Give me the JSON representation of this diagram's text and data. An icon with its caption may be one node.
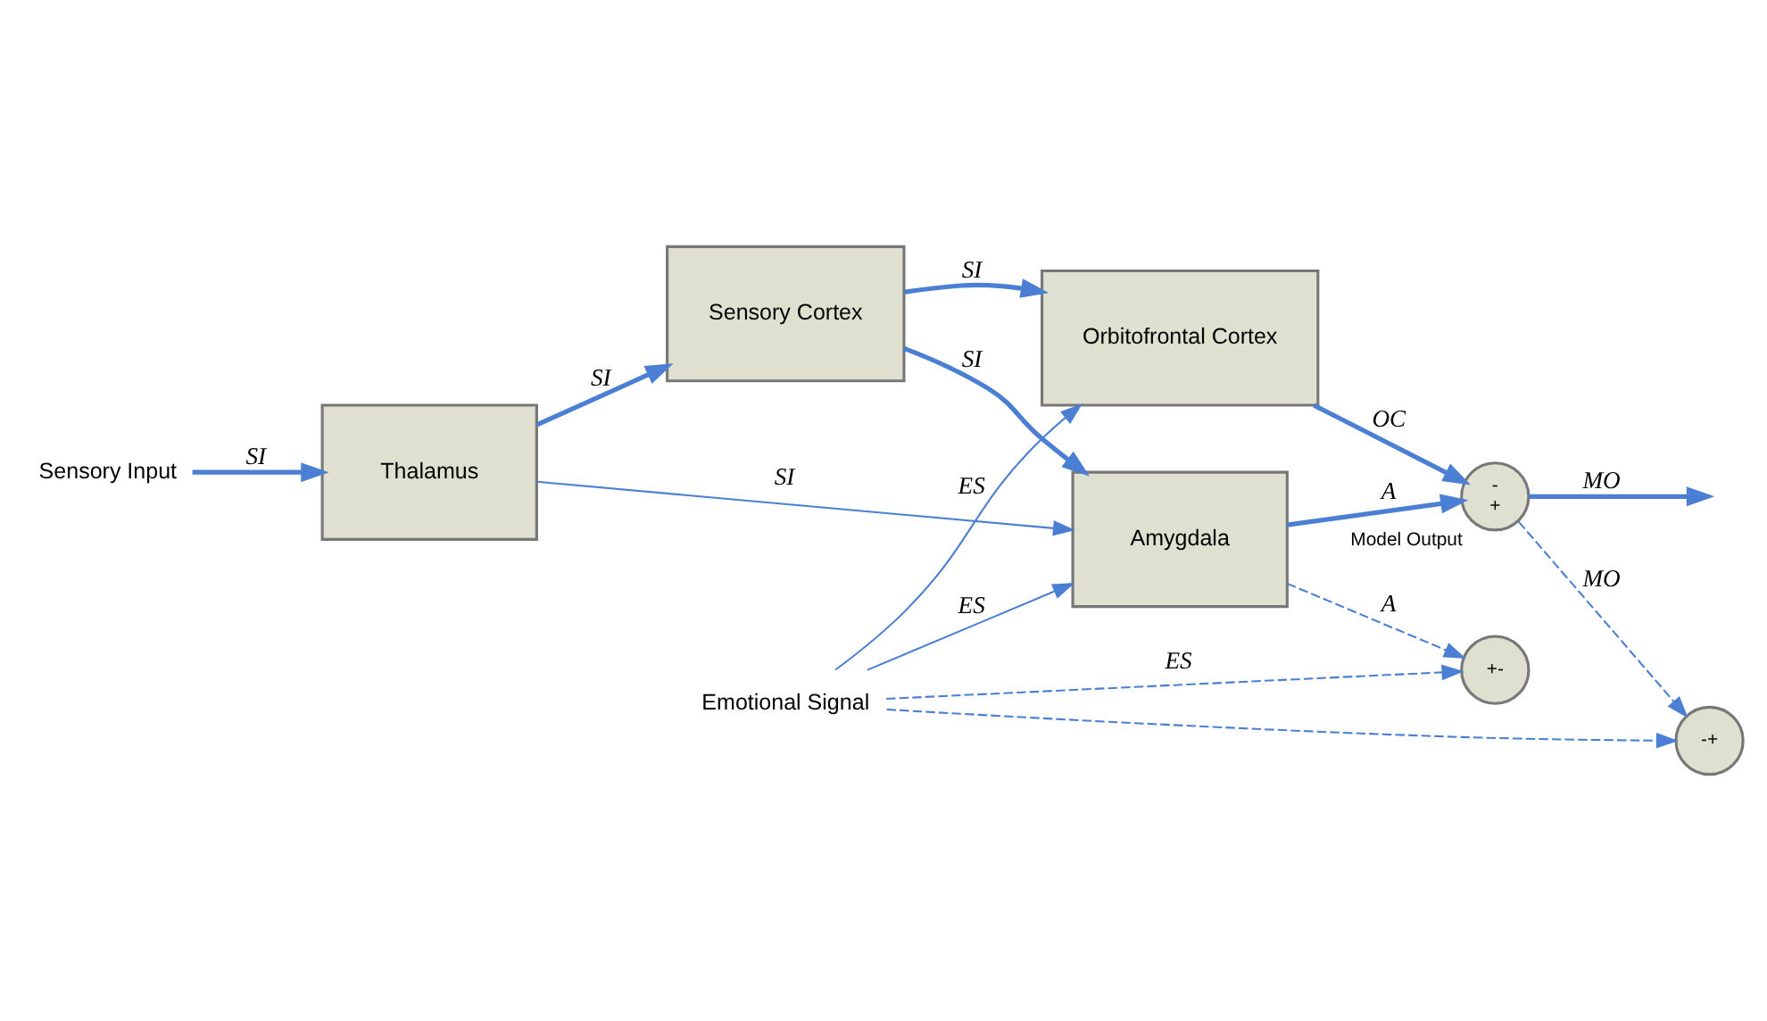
{
  "diagram": {
    "nodes": [
      {
        "text": [
          "Sensory Input"
        ]
      },
      {
        "text": [
          "Thalamus"
        ]
      },
      {
        "text": [
          "Sensory Cortex"
        ]
      },
      {
        "text": [
          "Orbitofrontal Cortex"
        ]
      },
      {
        "text": [
          "Amygdala"
        ]
      },
      {
        "text": [
          "-+"
        ]
      },
      {
        "text": [
          "+-"
        ]
      },
      {
        "text": [
          "-",
          "+"
        ],
        "beside": [
          "Model Output"
        ]
      },
      {
        "text": [
          "Emotional Signal"
        ]
      }
    ],
    "edges": [
      {
        "from": 0,
        "to": 1,
        "arrow": "to",
        "label": "SI",
        "style": "thick"
      },
      {
        "from": 1,
        "to": 2,
        "arrow": "to",
        "label": "SI",
        "style": "thick"
      },
      {
        "from": 2,
        "to": 3,
        "arrow": "to",
        "label": "SI",
        "style": "thick"
      },
      {
        "from": 2,
        "to": 4,
        "arrow": "to",
        "label": "SI",
        "style": "thick"
      },
      {
        "from": 1,
        "to": 4,
        "arrow": "to",
        "label": "SI"
      },
      {
        "from": 8,
        "to": 3,
        "arrow": "to",
        "label": "ES"
      },
      {
        "from": 8,
        "to": 4,
        "arrow": "to",
        "label": "ES"
      },
      {
        "from": 8,
        "to": 5,
        "arrow": "to",
        "style": "dashed"
      },
      {
        "from": 7,
        "to": 5,
        "arrow": "to",
        "label": "MO",
        "style": "dashed"
      },
      {
        "from": 8,
        "to": 6,
        "arrow": "to",
        "label": "ES",
        "style": "dashed"
      },
      {
        "from": 4,
        "to": 6,
        "arrow": "to",
        "label": "A",
        "style": "dashed"
      },
      {
        "from": 3,
        "to": 7,
        "arrow": "to",
        "label": "OC",
        "style": "thick"
      },
      {
        "from": 4,
        "to": 7,
        "arrow": "to",
        "label": "A",
        "style": "thick"
      },
      {
        "from": 7,
        "to": null,
        "arrow": "to",
        "label": "MO",
        "style": "thick"
      }
    ]
  }
}
